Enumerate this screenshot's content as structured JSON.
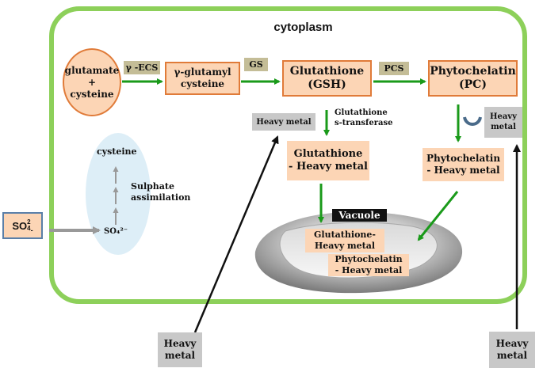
{
  "cell": {
    "title": "cytoplasm"
  },
  "nodes": {
    "glutamate_cysteine": [
      "glutamate",
      "+",
      "cysteine"
    ],
    "gamma_glutamyl_cysteine": [
      "γ-glutamyl",
      "cysteine"
    ],
    "glutathione": [
      "Glutathione",
      "(GSH)"
    ],
    "phytochelatin": [
      "Phytochelatin",
      "(PC)"
    ],
    "glutathione_heavy_metal": [
      "Glutathione",
      "- Heavy metal"
    ],
    "phytochelatin_heavy_metal": [
      "Phytochelatin",
      "- Heavy metal"
    ],
    "vacuole_glutathione": [
      "Glutathione-",
      "Heavy metal"
    ],
    "vacuole_phytochelatin": [
      "Phytochelatin",
      "- Heavy metal"
    ]
  },
  "enzymes": {
    "gamma_ecs": "γ -ECS",
    "gs": "GS",
    "pcs": "PCS",
    "gst": [
      "Glutathione",
      "s-transferase"
    ]
  },
  "vacuole": {
    "label": "Vacuole"
  },
  "sulphate": {
    "cysteine": "cysteine",
    "so4_inner": "SO₄²⁻",
    "process": [
      "Sulphate",
      "assimilation"
    ],
    "so4_outer_base": "SO",
    "so4_outer_sub": "4",
    "so4_outer_sup": "2",
    "so4_outer_minus": "-"
  },
  "heavy_metal": {
    "inside_left": "Heavy metal",
    "inside_right": [
      "Heavy",
      "metal"
    ],
    "outside_left": [
      "Heavy",
      "metal"
    ],
    "outside_right": [
      "Heavy",
      "metal"
    ]
  },
  "colors": {
    "membrane": "#8dd05a",
    "arrow_green": "#1a9a1a",
    "box_fill": "#fcd5b5",
    "box_border": "#e07b39",
    "enzyme_fill": "#c4bd97",
    "heavy_metal_fill": "#c8c8c8",
    "sulphate_ellipse": "#ddeef7",
    "vacuole_gray": "#9a9a9a"
  }
}
